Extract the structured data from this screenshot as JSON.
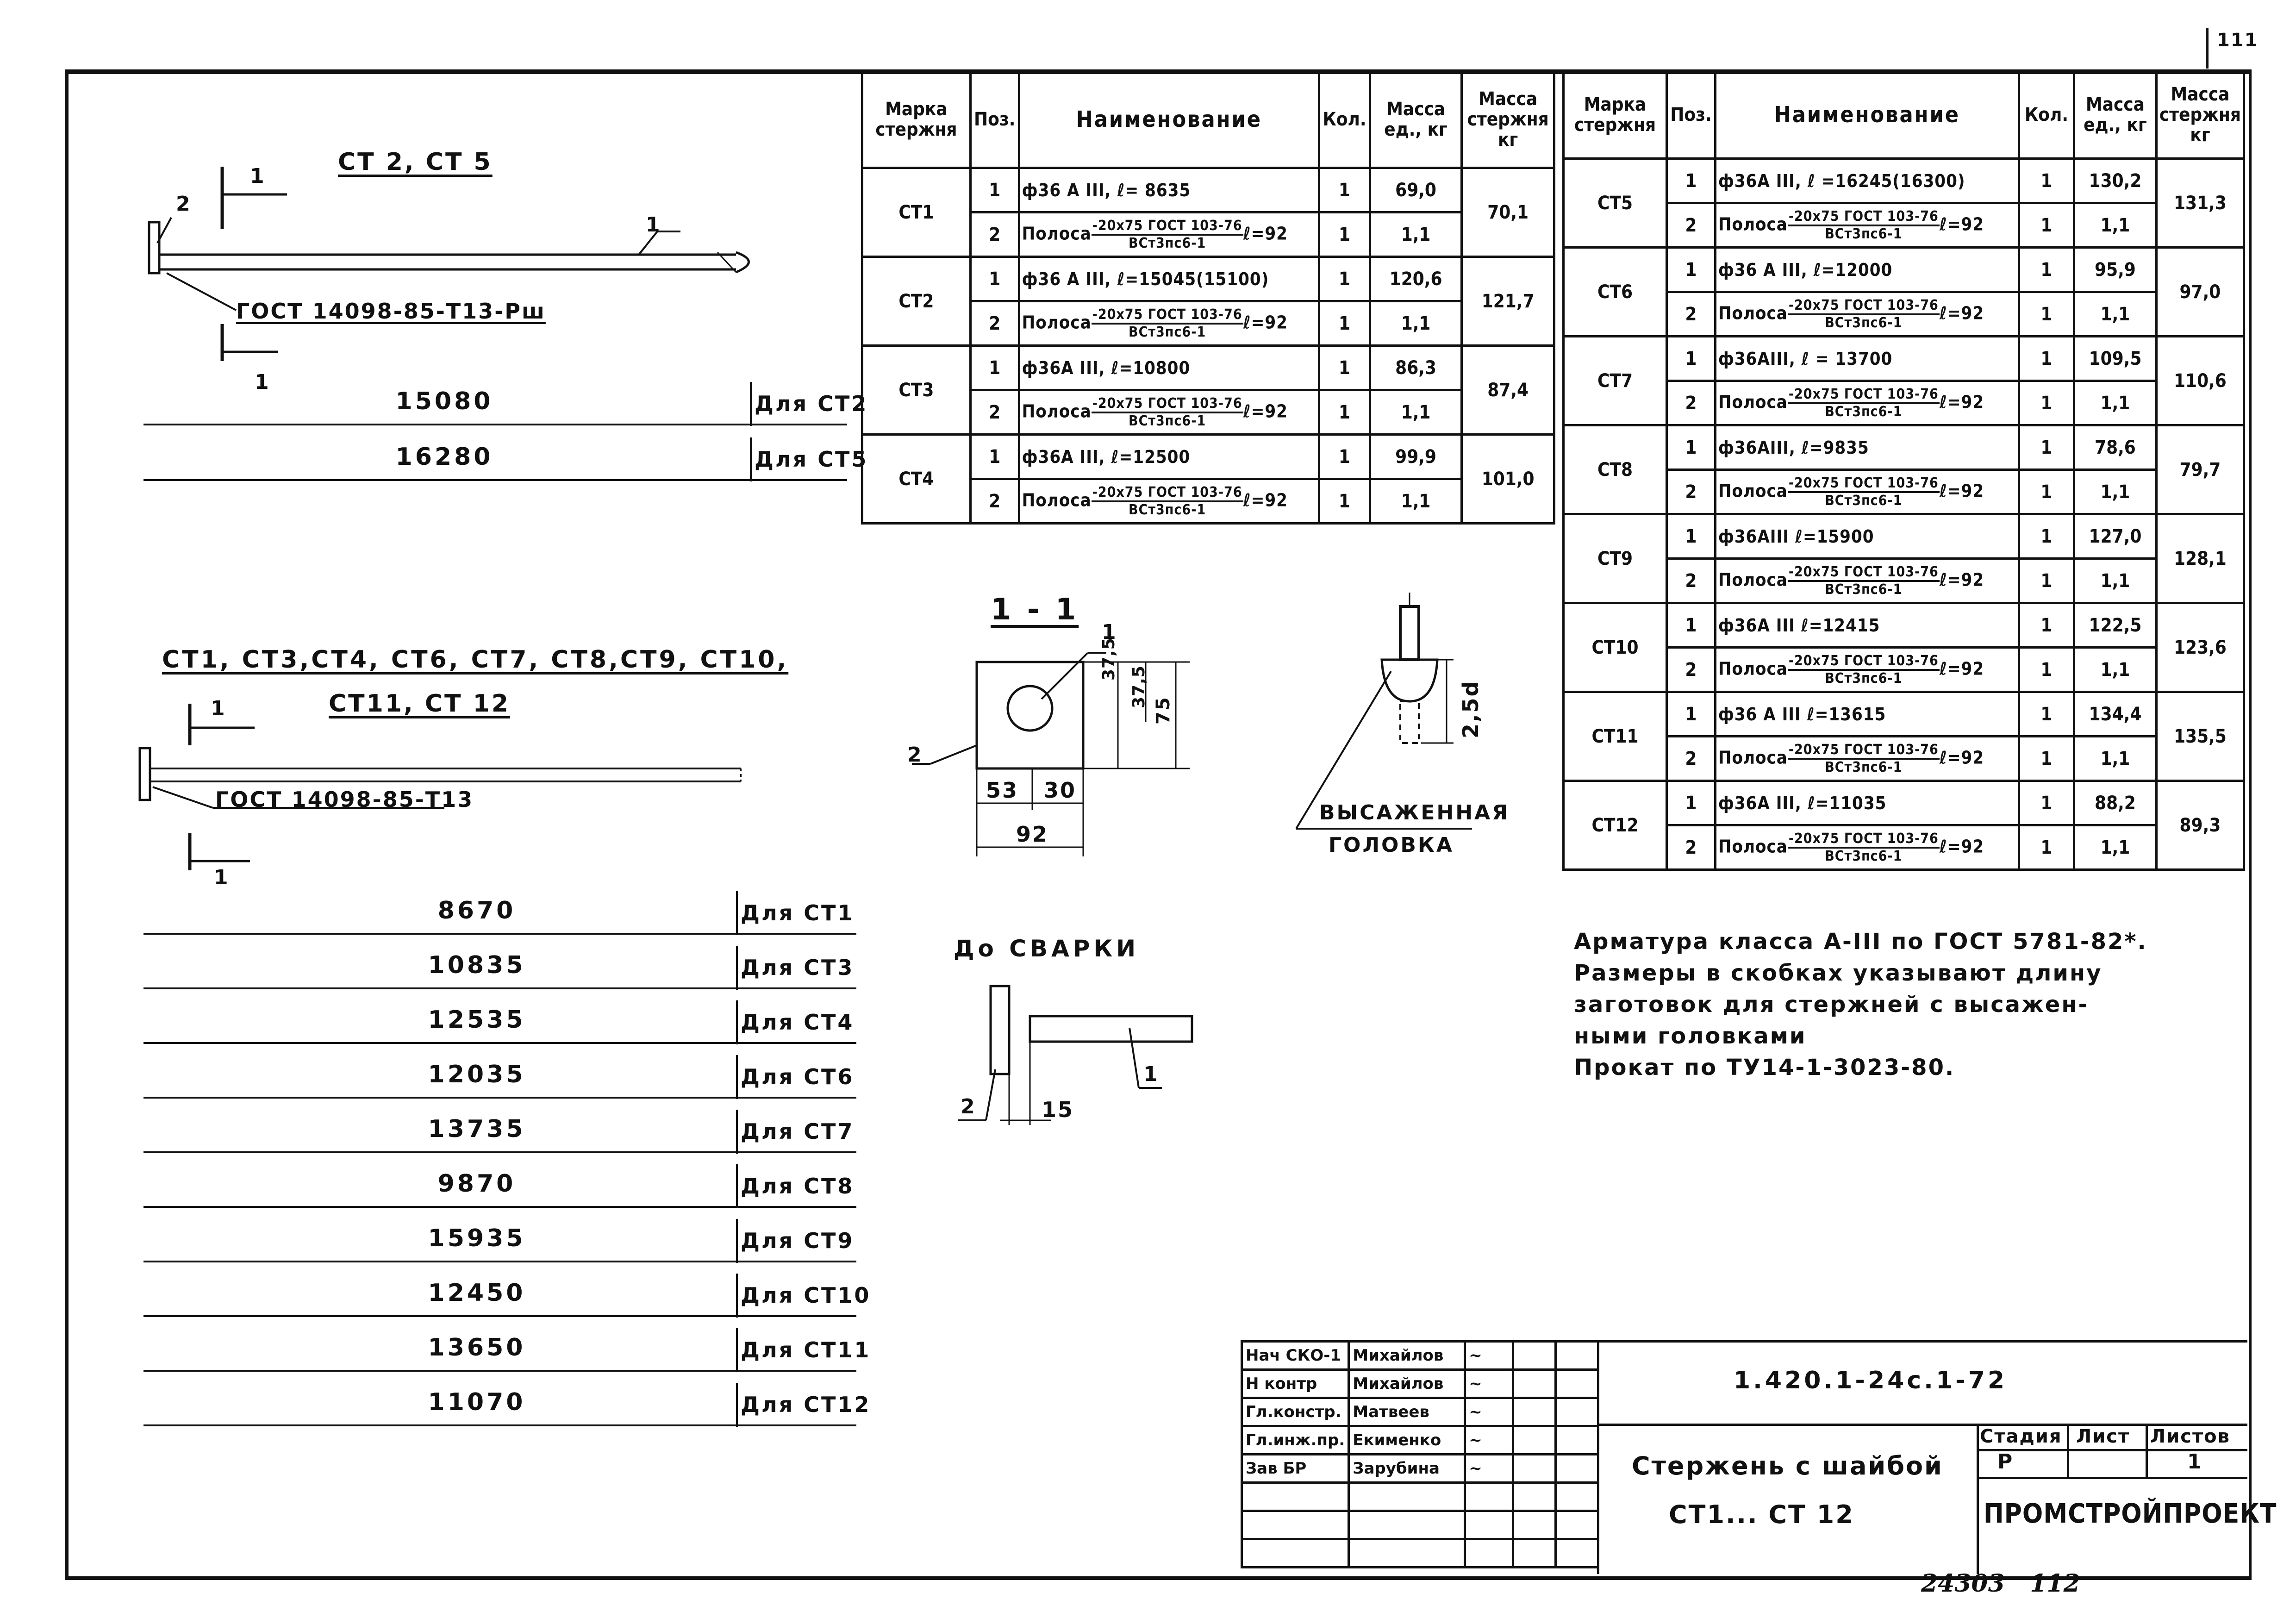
{
  "sheet_number": "111",
  "bottom_stamp": "24303   112",
  "drawing1": {
    "title": "СТ 2, СТ 5",
    "section_mark": "1",
    "pos_washer": "2",
    "pos_bar": "1",
    "weld_note": "ГОСТ 14098-85-Т13-Рш",
    "dims": [
      {
        "length": "15080",
        "for": "Для СТ2"
      },
      {
        "length": "16280",
        "for": "Для СТ5"
      }
    ]
  },
  "drawing2": {
    "title_line1": "СТ1, СТ3,СТ4, СТ6, СТ7, СТ8,СТ9, СТ10,",
    "title_line2": "СТ11, СТ 12",
    "section_mark": "1",
    "weld_note": "ГОСТ 14098-85-Т13",
    "dims": [
      {
        "length": "8670",
        "for": "Для СТ1"
      },
      {
        "length": "10835",
        "for": "Для СТ3"
      },
      {
        "length": "12535",
        "for": "Для СТ4"
      },
      {
        "length": "12035",
        "for": "Для СТ6"
      },
      {
        "length": "13735",
        "for": "Для СТ7"
      },
      {
        "length": "9870",
        "for": "Для СТ8"
      },
      {
        "length": "15935",
        "for": "Для СТ9"
      },
      {
        "length": "12450",
        "for": "Для СТ10"
      },
      {
        "length": "13650",
        "for": "Для СТ11"
      },
      {
        "length": "11070",
        "for": "Для СТ12"
      }
    ]
  },
  "section": {
    "title": "1 - 1",
    "pos1": "1",
    "pos2": "2",
    "dim_375a": "37,5",
    "dim_375b": "37,5",
    "dim_75": "75",
    "dim_53": "53",
    "dim_30": "30",
    "dim_92": "92"
  },
  "head": {
    "dim": "2,5d",
    "label_line1": "ВЫСАЖЕННАЯ",
    "label_line2": "ГОЛОВКА"
  },
  "before_weld": {
    "title": "До  СВАРКИ",
    "pos1": "1",
    "pos2": "2",
    "dim": "15"
  },
  "table_headers": {
    "mark": "Марка стержня",
    "pos": "Поз.",
    "name": "Наименование",
    "qty": "Кол.",
    "mass_unit": "Масса ед., кг",
    "mass_bar": "Масса стержня кг"
  },
  "strip": {
    "prefix": "Полоса",
    "num": "-20х75 ГОСТ 103-76",
    "den": "ВСт3пс6-1",
    "len": "ℓ=92"
  },
  "table_left": [
    {
      "mark": "СТ1",
      "bar": "ф36 А III, ℓ= 8635",
      "q1": "1",
      "m1": "69,0",
      "q2": "1",
      "m2": "1,1",
      "total": "70,1"
    },
    {
      "mark": "СТ2",
      "bar": "ф36 А III, ℓ=15045(15100)",
      "q1": "1",
      "m1": "120,6",
      "q2": "1",
      "m2": "1,1",
      "total": "121,7"
    },
    {
      "mark": "СТ3",
      "bar": "ф36А III, ℓ=10800",
      "q1": "1",
      "m1": "86,3",
      "q2": "1",
      "m2": "1,1",
      "total": "87,4"
    },
    {
      "mark": "СТ4",
      "bar": "ф36А III, ℓ=12500",
      "q1": "1",
      "m1": "99,9",
      "q2": "1",
      "m2": "1,1",
      "total": "101,0"
    }
  ],
  "table_right": [
    {
      "mark": "СТ5",
      "bar": "ф36А III, ℓ =16245(16300)",
      "q1": "1",
      "m1": "130,2",
      "q2": "1",
      "m2": "1,1",
      "total": "131,3"
    },
    {
      "mark": "СТ6",
      "bar": "ф36 А III, ℓ=12000",
      "q1": "1",
      "m1": "95,9",
      "q2": "1",
      "m2": "1,1",
      "total": "97,0"
    },
    {
      "mark": "СТ7",
      "bar": "ф36АIII, ℓ = 13700",
      "q1": "1",
      "m1": "109,5",
      "q2": "1",
      "m2": "1,1",
      "total": "110,6"
    },
    {
      "mark": "СТ8",
      "bar": "ф36АIII, ℓ=9835",
      "q1": "1",
      "m1": "78,6",
      "q2": "1",
      "m2": "1,1",
      "total": "79,7"
    },
    {
      "mark": "СТ9",
      "bar": "ф36АIII  ℓ=15900",
      "q1": "1",
      "m1": "127,0",
      "q2": "1",
      "m2": "1,1",
      "total": "128,1"
    },
    {
      "mark": "СТ10",
      "bar": "ф36А III  ℓ=12415",
      "q1": "1",
      "m1": "122,5",
      "q2": "1",
      "m2": "1,1",
      "total": "123,6"
    },
    {
      "mark": "СТ11",
      "bar": "ф36 А III ℓ=13615",
      "q1": "1",
      "m1": "134,4",
      "q2": "1",
      "m2": "1,1",
      "total": "135,5"
    },
    {
      "mark": "СТ12",
      "bar": "ф36А III, ℓ=11035",
      "q1": "1",
      "m1": "88,2",
      "q2": "1",
      "m2": "1,1",
      "total": "89,3"
    }
  ],
  "notes": [
    "Арматура класса А-III по ГОСТ 5781-82*.",
    "Размеры в скобках указывают длину",
    "заготовок для стержней с высажен-",
    "ными головками",
    "Прокат по ТУ14-1-3023-80."
  ],
  "title_block": {
    "doc_code": "1.420.1-24с.1-72",
    "title_line1": "Стержень с шайбой",
    "title_line2": "СТ1... СТ 12",
    "stage_label": "Стадия",
    "sheet_label": "Лист",
    "sheets_label": "Листов",
    "stage": "Р",
    "sheet": "",
    "sheets": "1",
    "org": "ПРОМСТРОЙПРОЕКТ",
    "roles": [
      {
        "role": "Нач СКО-1",
        "name": "Михайлов"
      },
      {
        "role": "Н контр",
        "name": "Михайлов"
      },
      {
        "role": "Гл.констр.",
        "name": "Матвеев"
      },
      {
        "role": "Гл.инж.пр.",
        "name": "Екименко"
      },
      {
        "role": "Зав БР",
        "name": "Зарубина"
      }
    ]
  }
}
